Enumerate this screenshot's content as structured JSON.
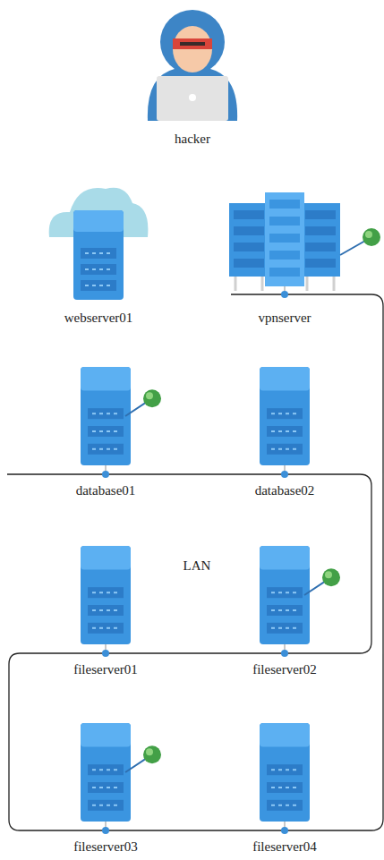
{
  "diagram": {
    "nodes": [
      {
        "text": [
          "hacker"
        ]
      },
      {
        "text": [
          "webserver01"
        ]
      },
      {
        "text": [
          "vpnserver"
        ]
      },
      {
        "text": [
          "database01"
        ]
      },
      {
        "text": [
          "database02"
        ]
      },
      {
        "text": [
          "fileserver01"
        ]
      },
      {
        "text": [
          "fileserver02"
        ]
      },
      {
        "text": [
          "fileserver03"
        ]
      },
      {
        "text": [
          "fileserver04"
        ]
      }
    ],
    "labels": [
      "LAN"
    ]
  }
}
